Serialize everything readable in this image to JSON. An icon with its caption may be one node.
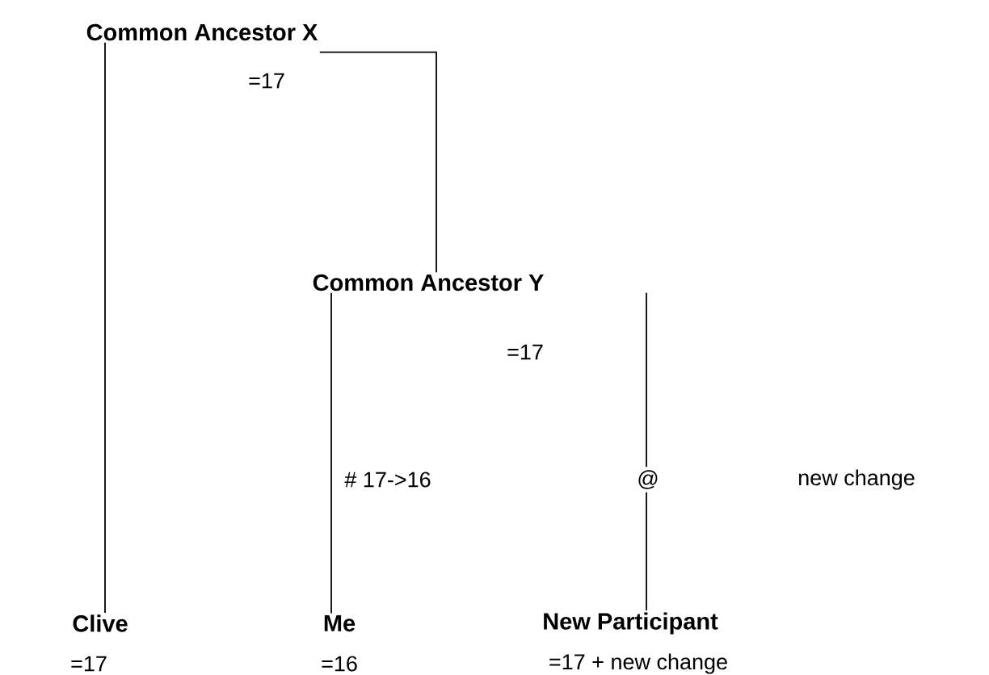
{
  "diagram": {
    "nodes": [
      {
        "text": [
          "Common Ancestor X"
        ]
      },
      {
        "text": [
          "Common Ancestor Y"
        ]
      },
      {
        "text": [
          "Clive"
        ],
        "beside": [
          "=17"
        ]
      },
      {
        "text": [
          "Me"
        ],
        "beside": [
          "=16"
        ]
      },
      {
        "text": [
          "New Participant"
        ],
        "beside": [
          "=17 + new change"
        ]
      }
    ],
    "edges": [
      {
        "from": 0,
        "to": 2,
        "arrow": "none"
      },
      {
        "from": 0,
        "to": 1,
        "arrow": "none"
      },
      {
        "from": 1,
        "to": 3,
        "arrow": "none",
        "label": "# 17->16"
      },
      {
        "from": 1,
        "to": 4,
        "arrow": "none",
        "label": "@"
      }
    ],
    "labels": [
      "=17",
      "=17",
      "new change"
    ]
  }
}
